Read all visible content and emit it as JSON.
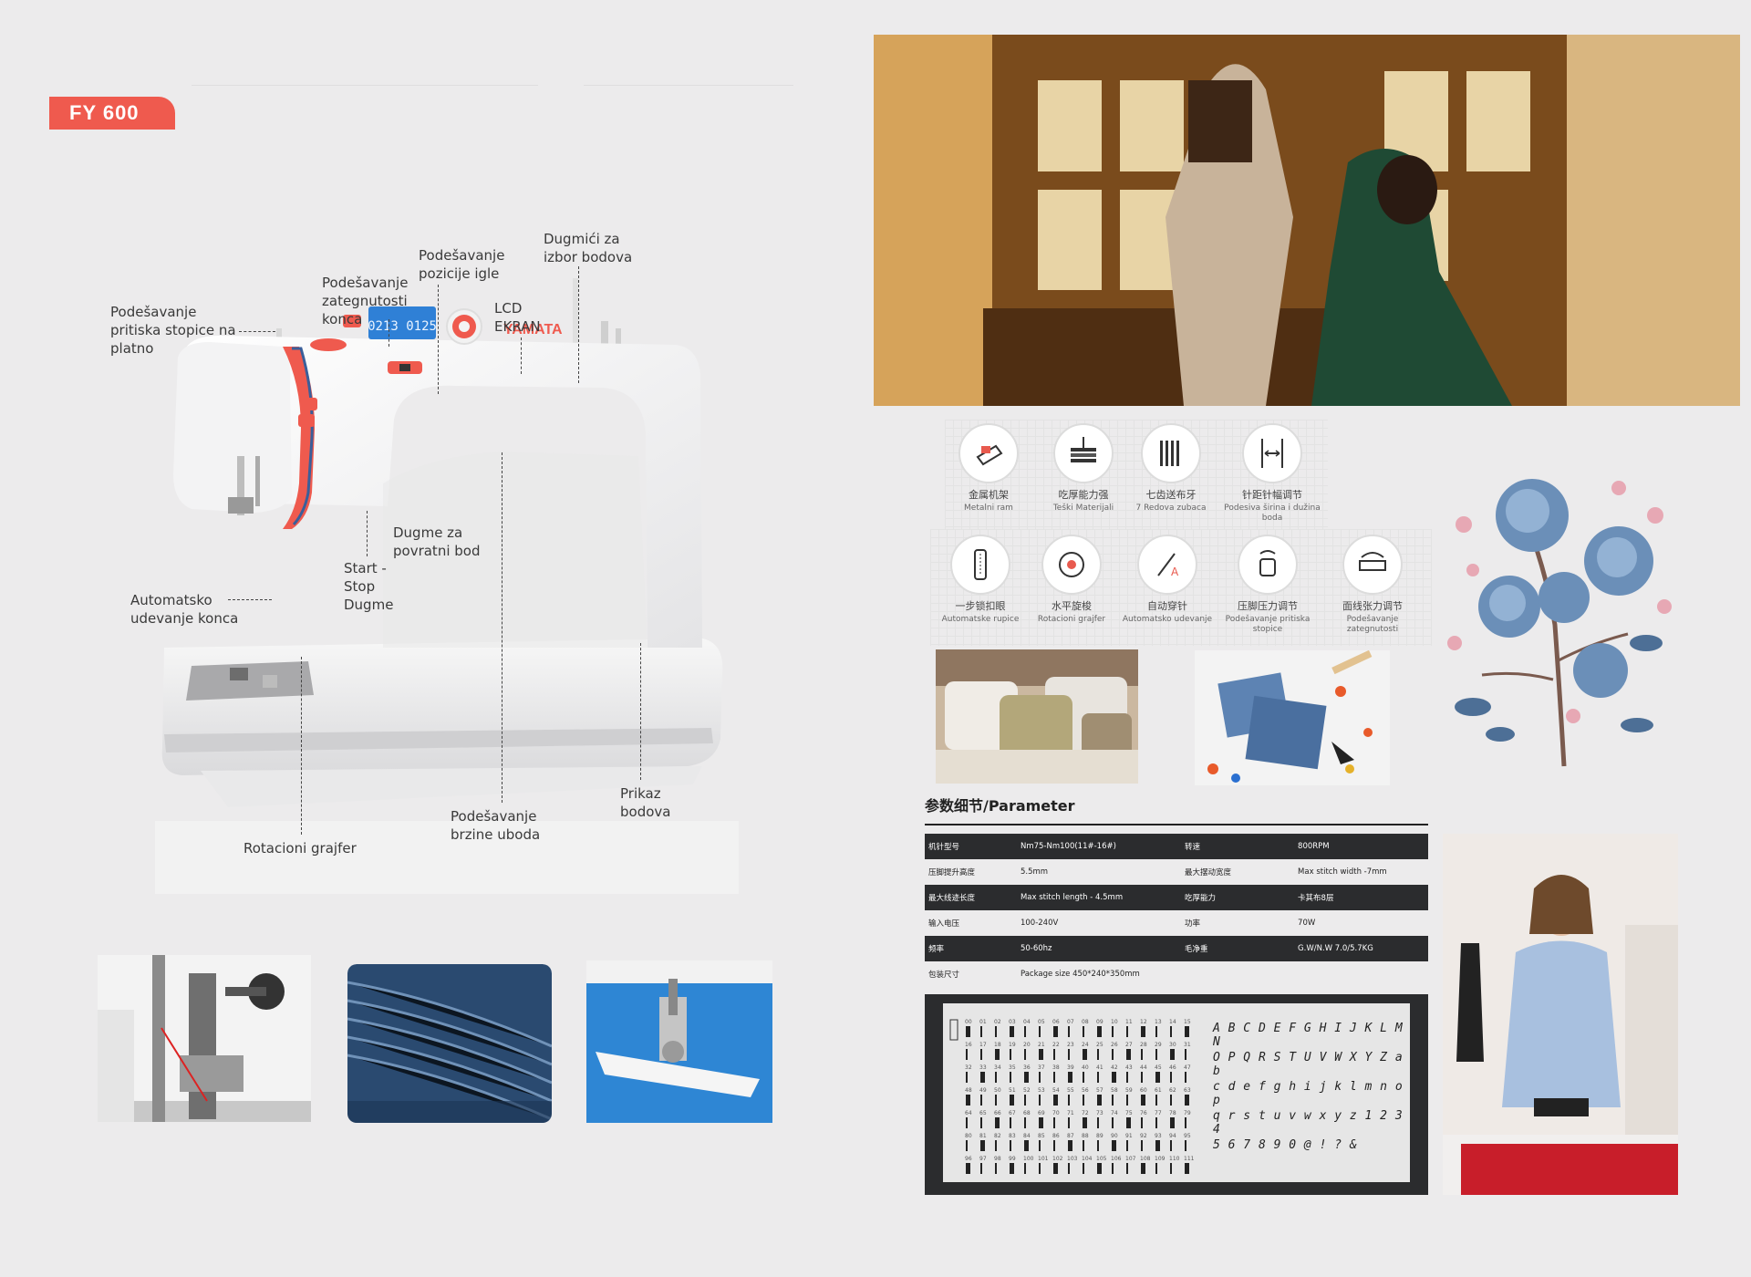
{
  "model_badge": "FY 600",
  "brand": "YAMATA",
  "lcd_display": "0213 0125",
  "callouts": {
    "presser_pressure": "Podešavanje\npritiska stopice na\nplatno",
    "thread_tension": "Podešavanje\nzategnutosti\nkonca",
    "needle_position": "Podešavanje\npozicije igle",
    "lcd": "LCD\nEKRAN",
    "stitch_buttons": "Dugmići za\nizbor bodova",
    "reverse": "Dugme za\npovratni bod",
    "start_stop": "Start -\nStop\nDugme",
    "auto_thread": "Automatsko\nudevanje konca",
    "rotary_hook": "Rotacioni grajfer",
    "speed": "Podešavanje\nbrzine uboda",
    "stitch_display": "Prikaz\nbodova"
  },
  "features": [
    {
      "cn": "金属机架",
      "en": "Metalni ram",
      "icon": "metal-frame-icon"
    },
    {
      "cn": "吃厚能力强",
      "en": "Teški Materijali",
      "icon": "heavy-material-icon"
    },
    {
      "cn": "七齿送布牙",
      "en": "7 Redova zubaca",
      "icon": "feed-dogs-icon"
    },
    {
      "cn": "针距针幅调节",
      "en": "Podesiva širina i dužina boda",
      "icon": "stitch-width-icon"
    },
    {
      "cn": "一步锁扣眼",
      "en": "Automatske rupice",
      "icon": "buttonhole-icon"
    },
    {
      "cn": "水平旋梭",
      "en": "Rotacioni grajfer",
      "icon": "rotary-hook-icon"
    },
    {
      "cn": "自动穿针",
      "en": "Automatsko udevanje",
      "icon": "needle-threader-icon"
    },
    {
      "cn": "压脚压力调节",
      "en": "Podešavanje pritiska stopice",
      "icon": "presser-foot-icon"
    },
    {
      "cn": "面线张力调节",
      "en": "Podešavanje zategnutosti",
      "icon": "thread-tension-icon"
    }
  ],
  "parameter_title": "参数细节/Parameter",
  "parameters": [
    [
      "机针型号",
      "Nm75-Nm100(11#-16#)",
      "转速",
      "800RPM"
    ],
    [
      "压脚提升高度",
      "5.5mm",
      "最大摆动宽度",
      "Max stitch width -7mm"
    ],
    [
      "最大线迹长度",
      "Max stitch length - 4.5mm",
      "吃厚能力",
      "卡其布8层"
    ],
    [
      "输入电压",
      "100-240V",
      "功率",
      "70W"
    ],
    [
      "频率",
      "50-60hz",
      "毛净重",
      "G.W/N.W 7.0/5.7KG"
    ],
    [
      "包装尺寸",
      "Package size 450*240*350mm",
      "",
      ""
    ]
  ],
  "stitch_letters": {
    "row1": "A B C D E F G H I J K L M N",
    "row2": "O P Q R S T U V W X Y Z a b",
    "row3": "c d e f g h i j k l m n o p",
    "row4": "q r s t u v w x y z 1 2 3 4",
    "row5": "5 6 7 8 9 0 @ ! ? &"
  },
  "colors": {
    "accent": "#ef5a4e",
    "dark": "#2b2c2e",
    "lcd": "#2f80d6"
  }
}
